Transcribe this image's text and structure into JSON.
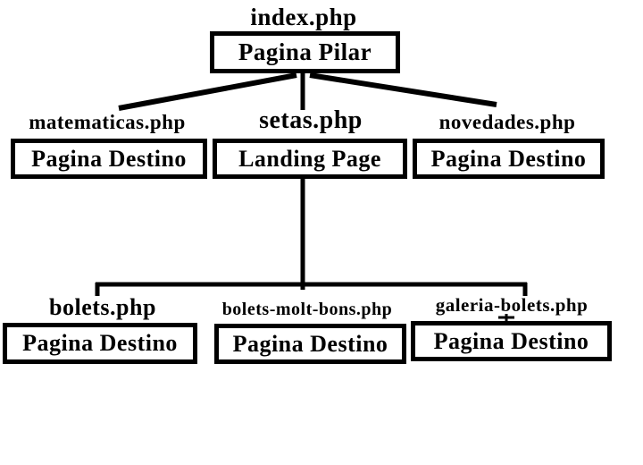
{
  "colors": {
    "ink": "#000000",
    "background": "#ffffff"
  },
  "diagram": {
    "root": {
      "file": "index.php",
      "page_type": "Pagina Pilar"
    },
    "level2": [
      {
        "file": "matematicas.php",
        "page_type": "Pagina Destino"
      },
      {
        "file": "setas.php",
        "page_type": "Landing Page"
      },
      {
        "file": "novedades.php",
        "page_type": "Pagina Destino"
      }
    ],
    "level3": [
      {
        "file": "bolets.php",
        "page_type": "Pagina Destino"
      },
      {
        "file": "bolets-molt-bons.php",
        "page_type": "Pagina Destino"
      },
      {
        "file": "galeria-bolets.php",
        "page_type": "Pagina Destino"
      }
    ]
  }
}
